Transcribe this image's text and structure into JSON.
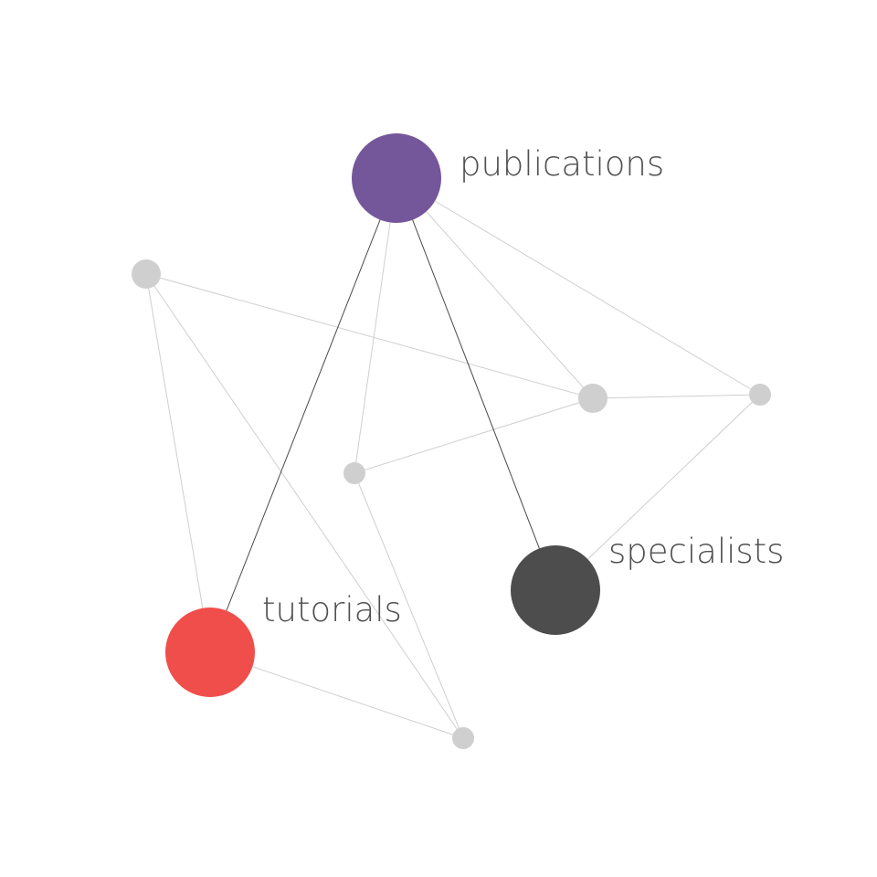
{
  "diagram": {
    "type": "network-graph",
    "nodes": [
      {
        "id": "publications",
        "label": "publications",
        "color": "#74569A",
        "kind": "major"
      },
      {
        "id": "specialists",
        "label": "specialists",
        "color": "#4D4D4D",
        "kind": "major"
      },
      {
        "id": "tutorials",
        "label": "tutorials",
        "color": "#F04E4A",
        "kind": "major"
      },
      {
        "id": "gray-top-left",
        "label": "",
        "color": "#CFCFCF",
        "kind": "minor"
      },
      {
        "id": "gray-middle-right",
        "label": "",
        "color": "#CFCFCF",
        "kind": "minor"
      },
      {
        "id": "gray-far-right",
        "label": "",
        "color": "#CFCFCF",
        "kind": "minor"
      },
      {
        "id": "gray-center",
        "label": "",
        "color": "#CFCFCF",
        "kind": "minor"
      },
      {
        "id": "gray-bottom",
        "label": "",
        "color": "#CFCFCF",
        "kind": "minor"
      }
    ],
    "edges": [
      {
        "from": "publications",
        "to": "tutorials",
        "style": "dark"
      },
      {
        "from": "publications",
        "to": "specialists",
        "style": "dark"
      },
      {
        "from": "publications",
        "to": "gray-center",
        "style": "light"
      },
      {
        "from": "publications",
        "to": "gray-middle-right",
        "style": "light"
      },
      {
        "from": "publications",
        "to": "gray-far-right",
        "style": "light"
      },
      {
        "from": "gray-top-left",
        "to": "gray-middle-right",
        "style": "light"
      },
      {
        "from": "gray-top-left",
        "to": "tutorials",
        "style": "light"
      },
      {
        "from": "gray-top-left",
        "to": "gray-bottom",
        "style": "light"
      },
      {
        "from": "gray-middle-right",
        "to": "gray-far-right",
        "style": "light"
      },
      {
        "from": "gray-middle-right",
        "to": "gray-center",
        "style": "light"
      },
      {
        "from": "gray-far-right",
        "to": "specialists",
        "style": "light"
      },
      {
        "from": "gray-center",
        "to": "gray-bottom",
        "style": "light"
      },
      {
        "from": "tutorials",
        "to": "gray-bottom",
        "style": "light"
      }
    ]
  }
}
